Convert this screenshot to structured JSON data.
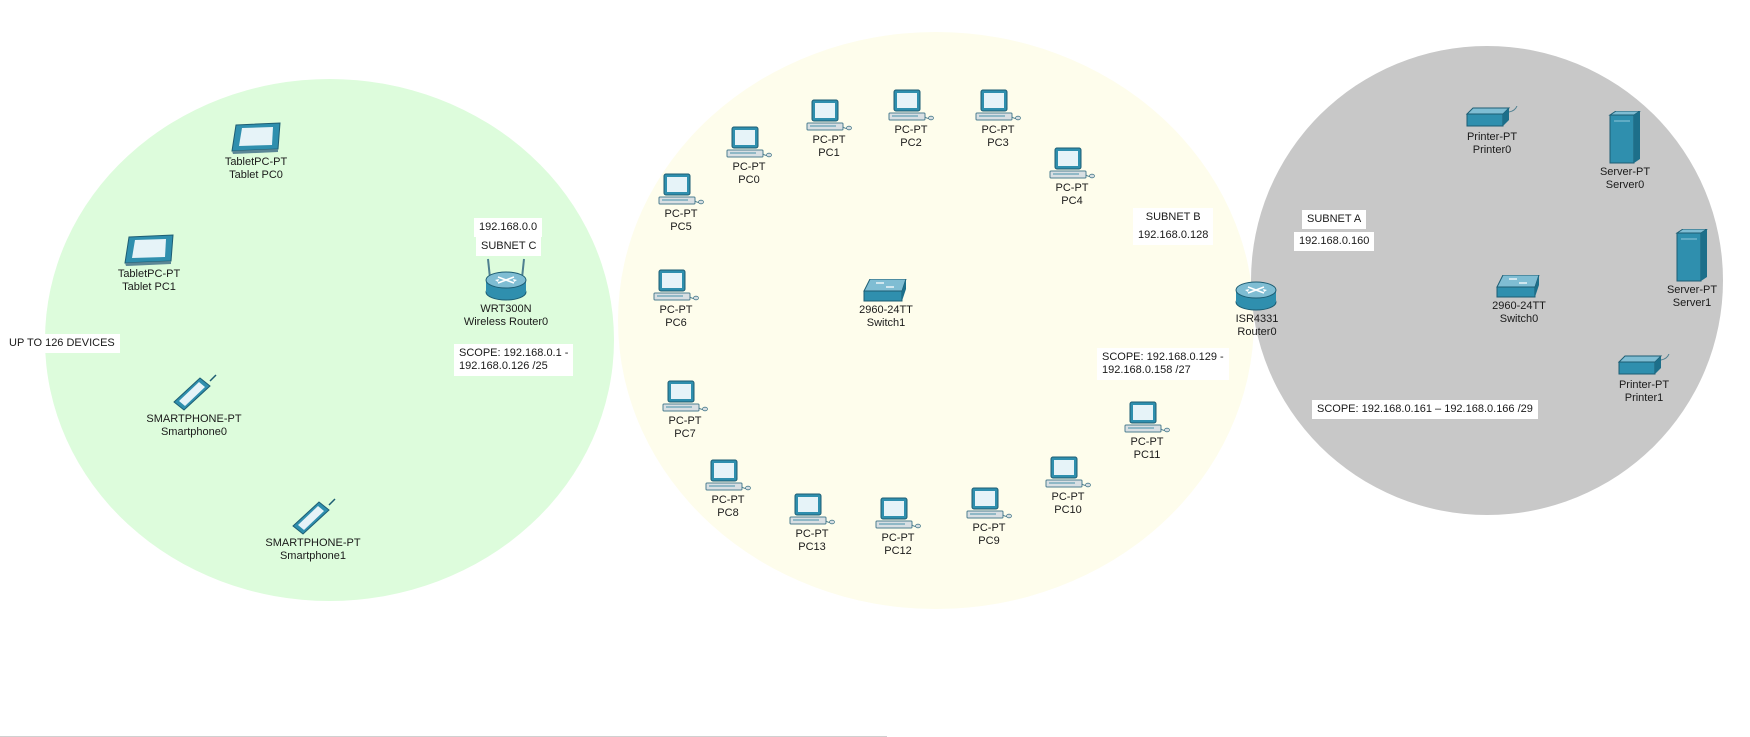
{
  "colors": {
    "subnet_c_zone": "#ddfcdc",
    "subnet_b_zone": "#fefdec",
    "subnet_a_zone": "#c8c8c8",
    "device_body": "#2f8fae",
    "device_screen": "#e6f3f8"
  },
  "icons": {
    "pc": "desktop-computer-icon",
    "tablet": "tablet-icon",
    "smartphone": "smartphone-icon",
    "router": "router-icon",
    "wireless_router": "wireless-router-icon",
    "switch": "switch-icon",
    "server": "server-icon",
    "printer": "printer-icon"
  },
  "subnet_c": {
    "network": "192.168.0.0",
    "label": "SUBNET C",
    "scope_line1": "SCOPE: 192.168.0.1 -",
    "scope_line2": "192.168.0.126 /25",
    "capacity": "UP TO 126 DEVICES",
    "devices": [
      {
        "type": "TabletPC-PT",
        "name": "Tablet PC0"
      },
      {
        "type": "TabletPC-PT",
        "name": "Tablet PC1"
      },
      {
        "type": "SMARTPHONE-PT",
        "name": "Smartphone0"
      },
      {
        "type": "SMARTPHONE-PT",
        "name": "Smartphone1"
      },
      {
        "type": "WRT300N",
        "name": "Wireless Router0"
      }
    ]
  },
  "subnet_b": {
    "label": "SUBNET B",
    "network": "192.168.0.128",
    "scope_line1": "SCOPE: 192.168.0.129 -",
    "scope_line2": "192.168.0.158 /27",
    "switch": {
      "type": "2960-24TT",
      "name": "Switch1"
    },
    "pcs": [
      {
        "type": "PC-PT",
        "name": "PC0"
      },
      {
        "type": "PC-PT",
        "name": "PC1"
      },
      {
        "type": "PC-PT",
        "name": "PC2"
      },
      {
        "type": "PC-PT",
        "name": "PC3"
      },
      {
        "type": "PC-PT",
        "name": "PC4"
      },
      {
        "type": "PC-PT",
        "name": "PC5"
      },
      {
        "type": "PC-PT",
        "name": "PC6"
      },
      {
        "type": "PC-PT",
        "name": "PC7"
      },
      {
        "type": "PC-PT",
        "name": "PC8"
      },
      {
        "type": "PC-PT",
        "name": "PC13"
      },
      {
        "type": "PC-PT",
        "name": "PC12"
      },
      {
        "type": "PC-PT",
        "name": "PC9"
      },
      {
        "type": "PC-PT",
        "name": "PC10"
      },
      {
        "type": "PC-PT",
        "name": "PC11"
      }
    ]
  },
  "router": {
    "type": "ISR4331",
    "name": "Router0"
  },
  "subnet_a": {
    "label": "SUBNET A",
    "network": "192.168.0.160",
    "scope": "SCOPE: 192.168.0.161 – 192.168.0.166 /29",
    "switch": {
      "type": "2960-24TT",
      "name": "Switch0"
    },
    "devices": [
      {
        "type": "Printer-PT",
        "name": "Printer0"
      },
      {
        "type": "Server-PT",
        "name": "Server0"
      },
      {
        "type": "Server-PT",
        "name": "Server1"
      },
      {
        "type": "Printer-PT",
        "name": "Printer1"
      }
    ]
  }
}
